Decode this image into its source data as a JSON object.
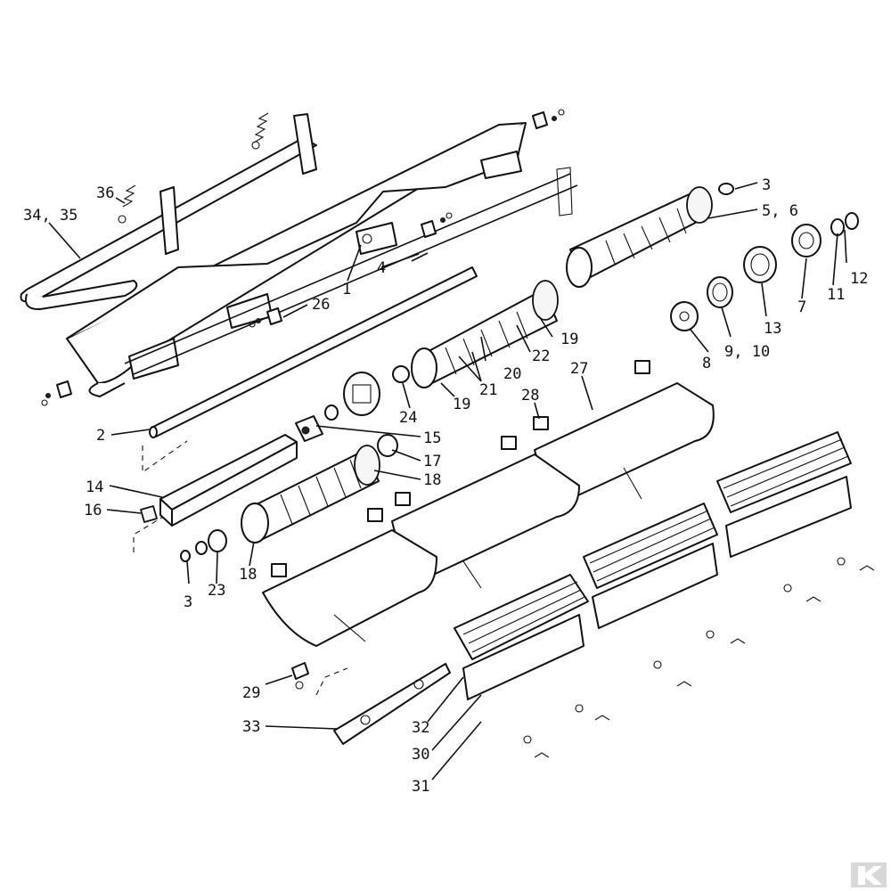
{
  "labels": {
    "l36": "36",
    "l3435": "34, 35",
    "l1": "1",
    "l4": "4",
    "l26": "26",
    "l3a": "3",
    "l56": "5, 6",
    "l2": "2",
    "l12": "12",
    "l11": "11",
    "l7": "7",
    "l13": "13",
    "l910": "9, 10",
    "l8": "8",
    "l19a": "19",
    "l22": "22",
    "l20": "20",
    "l21": "21",
    "l19b": "19",
    "l24": "24",
    "l27": "27",
    "l28": "28",
    "l15": "15",
    "l17": "17",
    "l18a": "18",
    "l14": "14",
    "l16": "16",
    "l3b": "3",
    "l23": "23",
    "l18b": "18",
    "l29": "29",
    "l33": "33",
    "l32": "32",
    "l30": "30",
    "l31": "31"
  },
  "colors": {
    "ink": "#111111",
    "paper": "#ffffff"
  },
  "logo": "K"
}
